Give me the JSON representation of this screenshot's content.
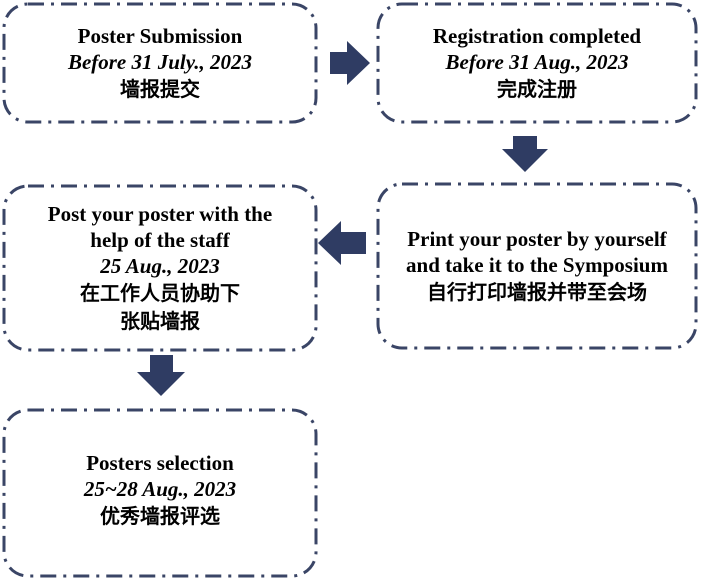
{
  "colors": {
    "border": "#3a4566",
    "arrow": "#2f3c63",
    "text": "#000000"
  },
  "steps": [
    {
      "title": "Poster Submission",
      "date": "Before 31 July., 2023",
      "cn": "墙报提交"
    },
    {
      "title": "Registration completed",
      "date": "Before 31 Aug., 2023",
      "cn": "完成注册"
    },
    {
      "title": "Print your poster by yourself",
      "title2": "and take it to the Symposium",
      "cn": "自行打印墙报并带至会场"
    },
    {
      "title": "Post your poster with the",
      "title2": "help of the staff",
      "date": "25 Aug., 2023",
      "cn": "在工作人员协助下",
      "cn2": "张贴墙报"
    },
    {
      "title": "Posters selection",
      "date": "25~28 Aug., 2023",
      "cn": "优秀墙报评选"
    }
  ]
}
